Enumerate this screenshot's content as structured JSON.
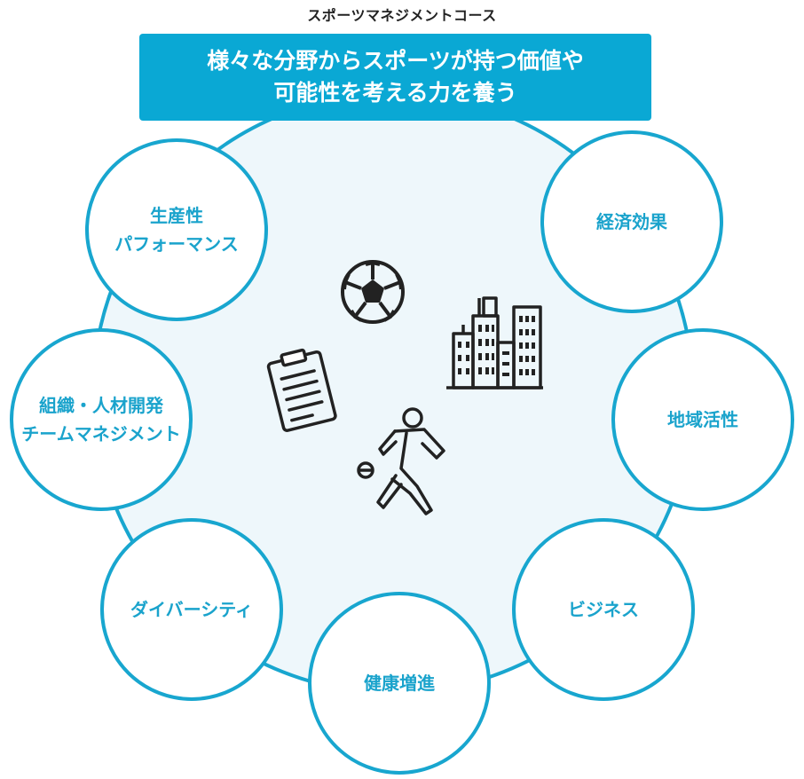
{
  "course_title": "スポーツマネジメントコース",
  "banner": {
    "line1": "様々な分野からスポーツが持つ価値や",
    "line2": "可能性を考える力を養う"
  },
  "nodes": [
    {
      "lines": [
        "生産性",
        "パフォーマンス"
      ]
    },
    {
      "lines": [
        "経済効果"
      ]
    },
    {
      "lines": [
        "組織・人材開発",
        "チームマネジメント"
      ]
    },
    {
      "lines": [
        "地域活性"
      ]
    },
    {
      "lines": [
        "ダイバーシティ"
      ]
    },
    {
      "lines": [
        "ビジネス"
      ]
    },
    {
      "lines": [
        "健康増進"
      ]
    }
  ],
  "icons": [
    "soccer-ball-icon",
    "buildings-icon",
    "clipboard-icon",
    "player-dribbling-icon"
  ],
  "colors": {
    "accent": "#18a6cf",
    "banner": "#0aa8d4",
    "circle_fill": "#eef7fb",
    "node_text": "#1aa3cc",
    "icon_stroke": "#222222"
  }
}
